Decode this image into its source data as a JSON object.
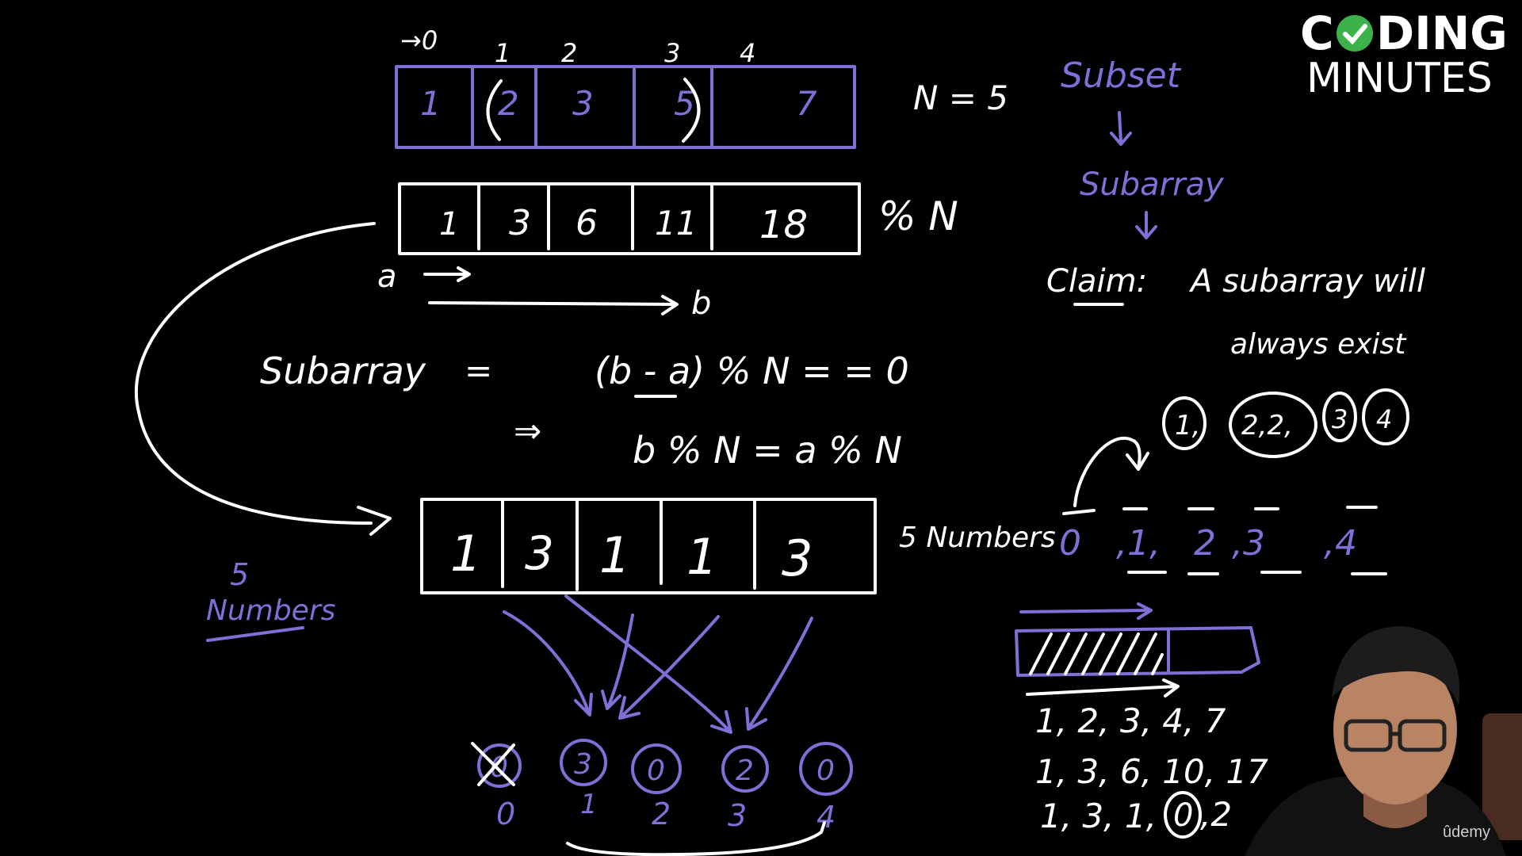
{
  "logo": {
    "line1_prefix": "C",
    "line1_suffix": "DING",
    "line2": "MINUTES",
    "check_color": "#3cb34a"
  },
  "top_array": {
    "indices": [
      "→0",
      "1",
      "2",
      "3",
      "4"
    ],
    "cells": [
      "1",
      "2",
      "3",
      "5",
      "7"
    ],
    "label": "N = 5"
  },
  "prefix_array": {
    "cells": [
      "1",
      "3",
      "6",
      "11",
      "18"
    ],
    "label": "% N"
  },
  "pointers": {
    "a": "a",
    "b": "b"
  },
  "equations": {
    "lhs": "Subarray",
    "eq1_sign": "=",
    "eq1": "(b - a) % N  = = 0",
    "implies": "⇒",
    "eq2": "b % N   =  a % N"
  },
  "mod_array": {
    "cells": [
      "1",
      "3",
      "1",
      "1",
      "3"
    ],
    "label": "5 Numbers"
  },
  "left_note": {
    "line1": "5",
    "line2": "Numbers"
  },
  "buckets": {
    "values": [
      "0",
      "3",
      "0",
      "2",
      "0"
    ],
    "indices": [
      "0",
      "1",
      "2",
      "3",
      "4"
    ]
  },
  "right_notes": {
    "subset": "Subset",
    "subarray": "Subarray",
    "claim_label": "Claim:",
    "claim_text": "A subarray will",
    "claim_text2": "always exist",
    "circled": [
      "1,",
      "2,2,",
      "3",
      "4"
    ],
    "slots": [
      "0",
      ",1,",
      "2",
      ",3",
      ",4"
    ]
  },
  "examples": {
    "row1": "1, 2, 3, 4, 7",
    "row2": "1, 3, 6, 10, 17",
    "row3_prefix": "1, 3, 1,",
    "row3_circled": "0",
    "row3_suffix": ",2"
  },
  "watermark": "ûdemy",
  "colors": {
    "white": "#ffffff",
    "purple": "#7f6fd6",
    "background": "#000000"
  }
}
